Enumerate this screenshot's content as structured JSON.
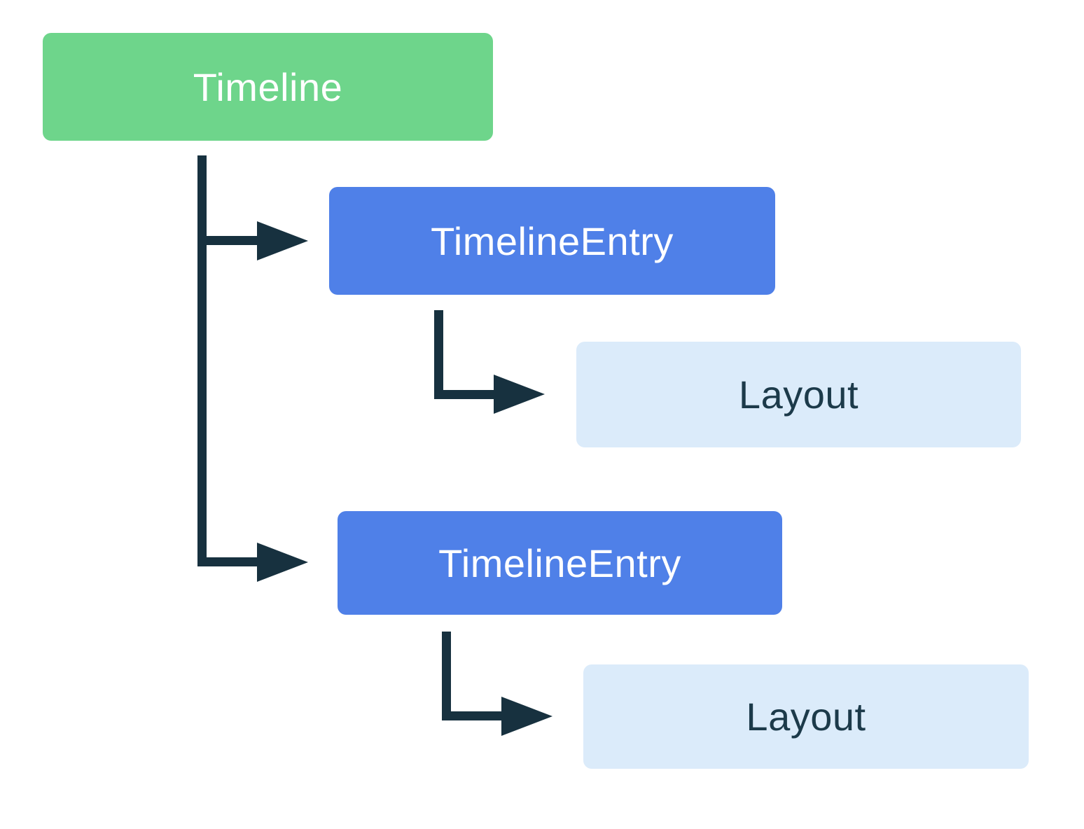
{
  "diagram": {
    "type": "tree",
    "description": "Component hierarchy diagram: a Timeline contains two TimelineEntry nodes, each containing a Layout node",
    "nodes": {
      "root": {
        "label": "Timeline",
        "level": 0
      },
      "entry1": {
        "label": "TimelineEntry",
        "level": 1
      },
      "layout1": {
        "label": "Layout",
        "level": 2
      },
      "entry2": {
        "label": "TimelineEntry",
        "level": 1
      },
      "layout2": {
        "label": "Layout",
        "level": 2
      }
    },
    "edges": [
      {
        "from": "Timeline",
        "to": "TimelineEntry (first)"
      },
      {
        "from": "TimelineEntry (first)",
        "to": "Layout (first)"
      },
      {
        "from": "Timeline",
        "to": "TimelineEntry (second)"
      },
      {
        "from": "TimelineEntry (second)",
        "to": "Layout (second)"
      }
    ],
    "colors": {
      "root_bg": "#6ED58B",
      "entry_bg": "#4F80E8",
      "layout_bg": "#DBEBFA",
      "connector": "#17313F",
      "root_text": "#FFFFFF",
      "entry_text": "#FFFFFF",
      "layout_text": "#1C3A4A",
      "background": "#FFFFFF"
    }
  }
}
